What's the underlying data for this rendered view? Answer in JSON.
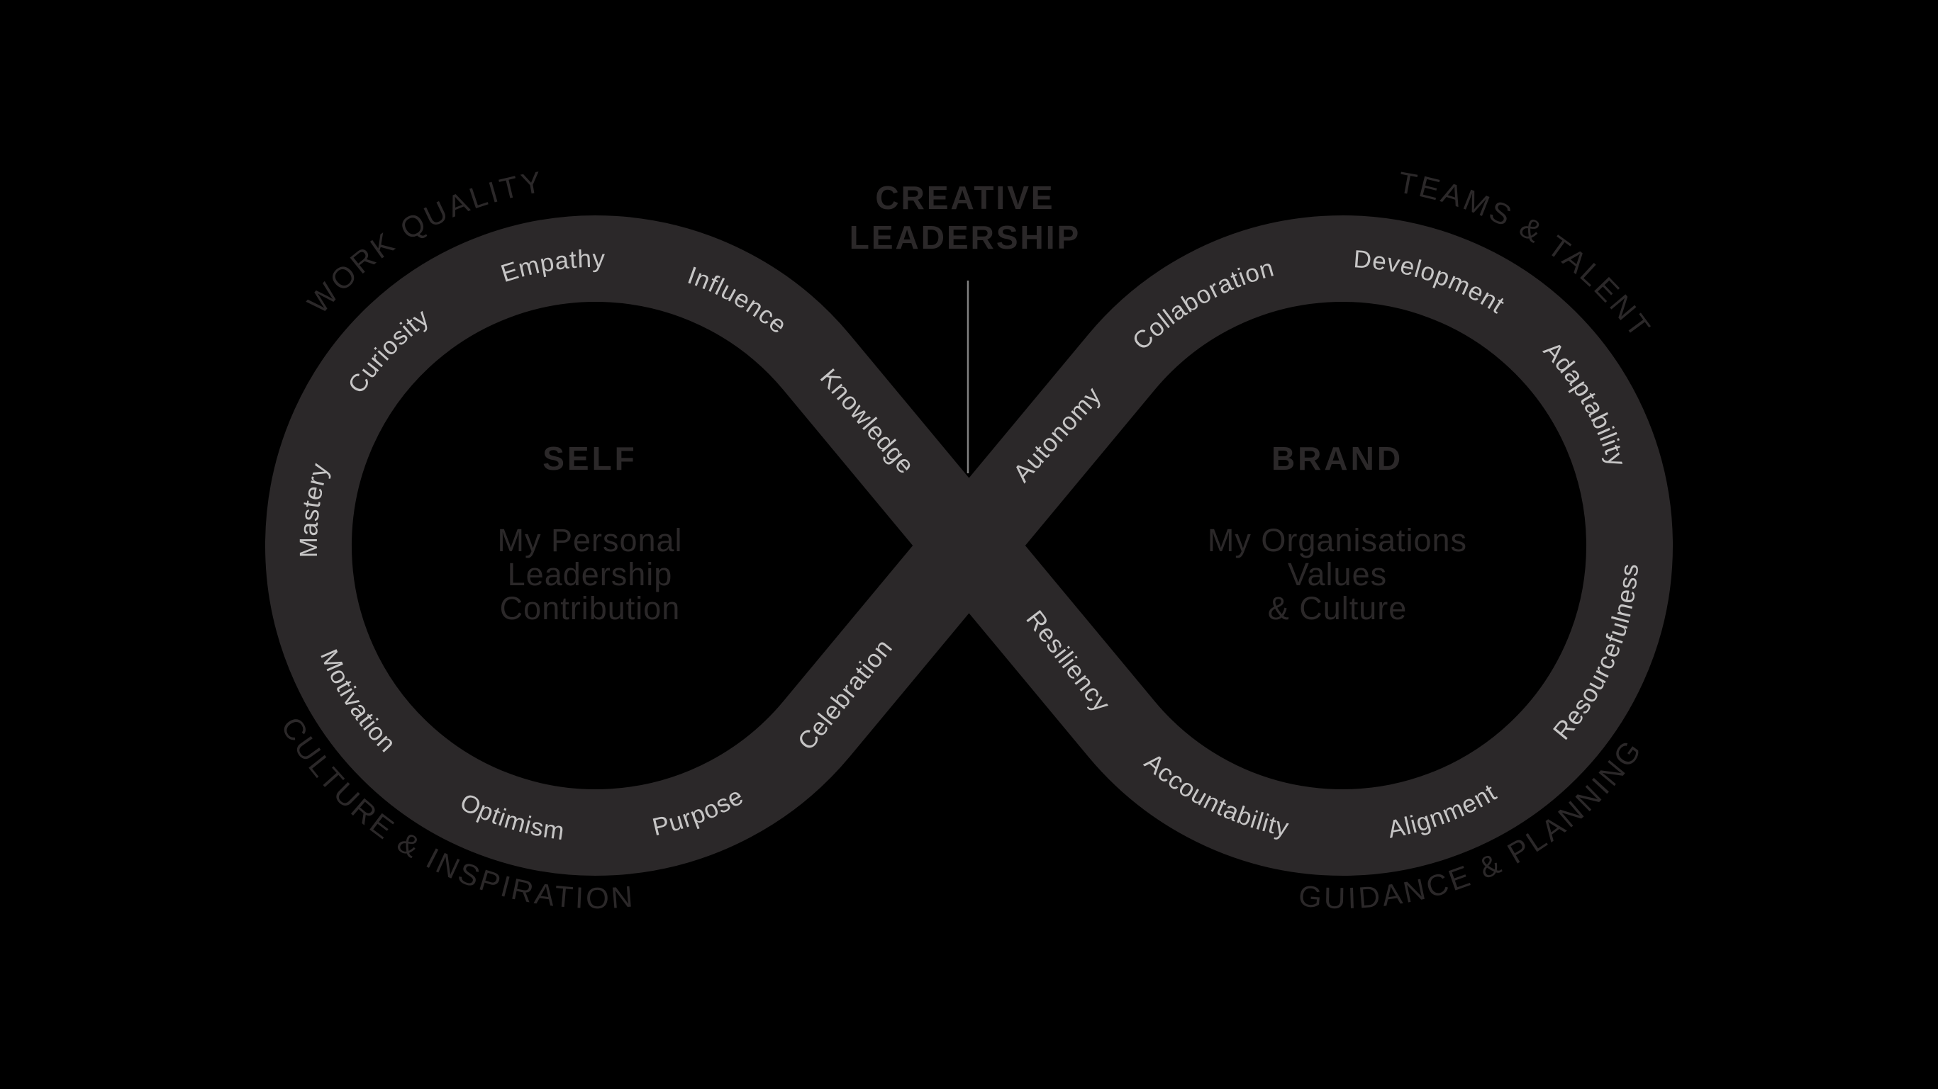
{
  "title": {
    "line1": "CREATIVE",
    "line2": "LEADERSHIP"
  },
  "left_loop": {
    "heading": "SELF",
    "description": [
      "My Personal",
      "Leadership",
      "Contribution"
    ],
    "outer_label_top": "WORK QUALITY",
    "outer_label_bottom": "CULTURE & INSPIRATION",
    "top_words": [
      "Mastery",
      "Curiosity",
      "Empathy",
      "Influence",
      "Knowledge"
    ],
    "bottom_words": [
      "Motivation",
      "Optimism",
      "Purpose",
      "Celebration"
    ]
  },
  "right_loop": {
    "heading": "BRAND",
    "description": [
      "My Organisations",
      "Values",
      "& Culture"
    ],
    "outer_label_top": "TEAMS & TALENT",
    "outer_label_bottom": "GUIDANCE & PLANNING",
    "top_words": [
      "Autonomy",
      "Collaboration",
      "Development",
      "Adaptability"
    ],
    "bottom_words": [
      "Resiliency",
      "Accountability",
      "Alignment",
      "Resourcefulness"
    ]
  },
  "colors": {
    "background": "#000000",
    "ink": "#2b2829",
    "ribbon_text": "#c6c5c5",
    "connector": "#808080"
  }
}
